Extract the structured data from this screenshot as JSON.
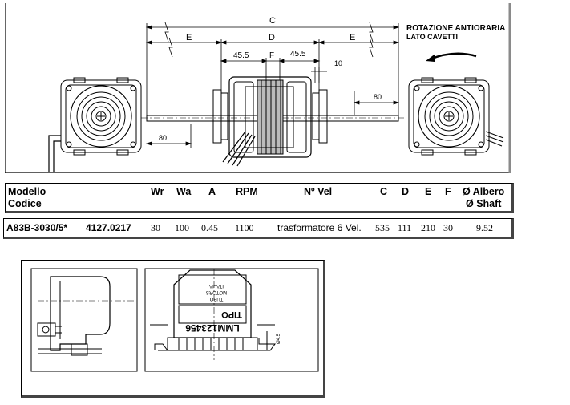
{
  "drawing": {
    "dim_c": "C",
    "dim_d": "D",
    "dim_e": "E",
    "dim_f": "F",
    "dim_455": "45.5",
    "dim_10": "10",
    "dim_80": "80",
    "rotation_line1": "ROTAZIONE ANTIORARIA",
    "rotation_line2": "LATO CAVETTI"
  },
  "table": {
    "headers": {
      "modello": "Modello",
      "codice": "Codice",
      "wr": "Wr",
      "wa": "Wa",
      "a": "A",
      "rpm": "RPM",
      "nvel": "Nº Vel",
      "c": "C",
      "d": "D",
      "e": "E",
      "f": "F",
      "albero": "Ø Albero",
      "shaft": "Ø Shaft"
    },
    "row": {
      "modello": "A83B-3030/5*",
      "codice": "4127.0217",
      "wr": "30",
      "wa": "100",
      "a": "0.45",
      "rpm": "1100",
      "nvel": "trasformatore 6 Vel.",
      "c": "535",
      "d": "111",
      "e": "210",
      "f": "30",
      "shaft": "9.52"
    }
  },
  "connector": {
    "brand1": "ITALIA",
    "brand2": "MOTORS",
    "brand3": "TUBO",
    "tipo": "TIPO",
    "model": "LMM123456",
    "dim": "Ø4.5"
  }
}
